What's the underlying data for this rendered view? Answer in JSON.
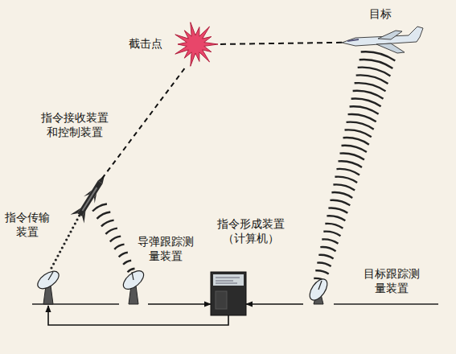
{
  "diagram": {
    "nodes": [
      {
        "text": [
          "截击点"
        ]
      },
      {
        "text": [
          "目标"
        ]
      },
      {
        "text": [
          "指令接收装置 和控制装置"
        ]
      },
      {
        "text": [
          "指令传输装置"
        ]
      },
      {
        "text": [
          "导弹跟踪测量装置"
        ]
      },
      {
        "text": [
          "指令形成装置 （计算机）"
        ]
      },
      {
        "text": [
          "目标跟踪测量装置"
        ]
      }
    ],
    "edges": [
      {
        "from": 4,
        "to": 5,
        "arrow": "to"
      },
      {
        "from": 6,
        "to": 5,
        "arrow": "to"
      },
      {
        "from": 5,
        "to": 3,
        "arrow": "to"
      },
      {
        "from": 2,
        "to": 0,
        "arrow": "none"
      },
      {
        "from": 1,
        "to": 0,
        "arrow": "none"
      }
    ]
  }
}
